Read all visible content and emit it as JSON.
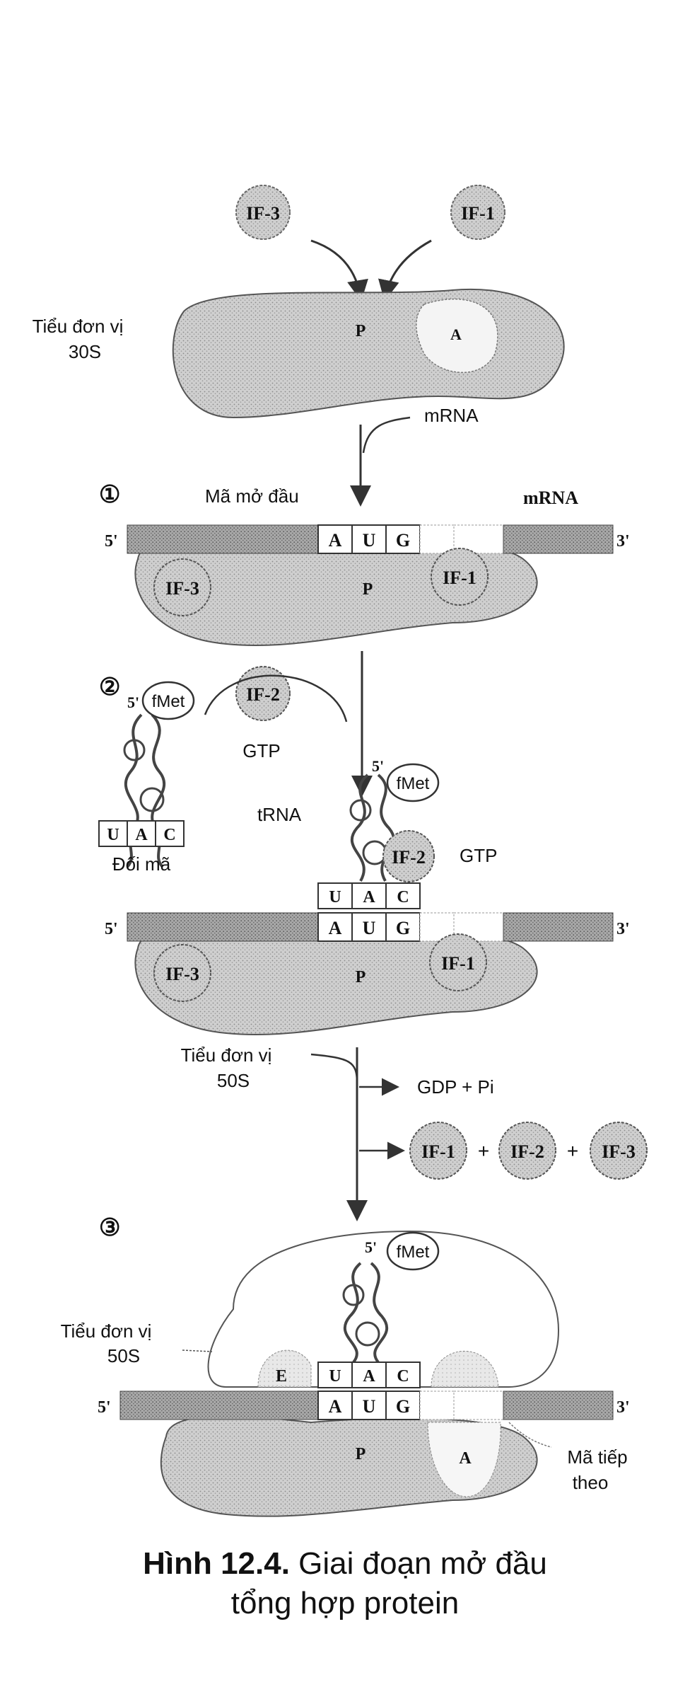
{
  "factors": {
    "if1": "IF-1",
    "if2": "IF-2",
    "if3": "IF-3"
  },
  "sites": {
    "p": "P",
    "a": "A",
    "e": "E"
  },
  "labels": {
    "subunit_30s": [
      "Tiểu đơn vị",
      "30S"
    ],
    "subunit_50s": [
      "Tiểu đơn vị",
      "50S"
    ],
    "mrna": "mRNA",
    "mrna_strand": "mRNA",
    "start_codon": "Mã mở đầu",
    "gtp": "GTP",
    "trna": "tRNA",
    "anticodon": "Đối mã",
    "gdp_pi": "GDP + Pi",
    "fmet": "fMet",
    "next_codon": [
      "Mã tiếp",
      "theo"
    ],
    "five_prime": "5'",
    "three_prime": "3'",
    "plus": "+"
  },
  "steps": {
    "s1": "①",
    "s2": "②",
    "s3": "③"
  },
  "codon": [
    "A",
    "U",
    "G"
  ],
  "anticodon_bases": [
    "U",
    "A",
    "C"
  ],
  "caption": {
    "bold": "Hình 12.4.",
    "line1_rest": " Giai đoạn mở đầu",
    "line2": "tổng hợp protein"
  }
}
